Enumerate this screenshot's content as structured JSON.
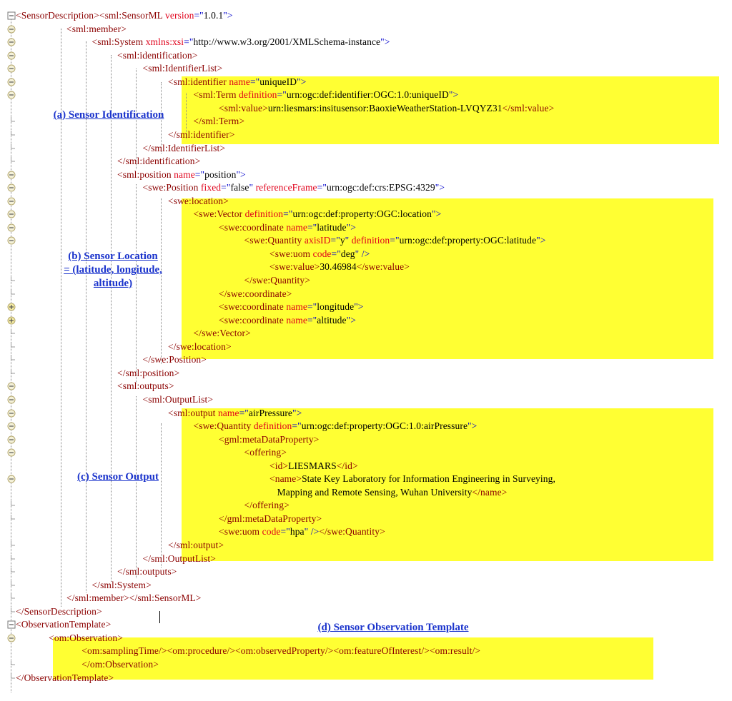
{
  "editor": {
    "lines": [
      {
        "indent": 0,
        "fold": "minus",
        "tokens": [
          [
            "tag",
            "<SensorDescription><sml:SensorML "
          ],
          [
            "attr",
            "version"
          ],
          [
            "punct",
            "=\""
          ],
          [
            "text",
            "1.0.1"
          ],
          [
            "punct",
            "\">"
          ]
        ]
      },
      {
        "indent": 2,
        "fold": "minus",
        "tokens": [
          [
            "tag",
            "<sml:member>"
          ]
        ]
      },
      {
        "indent": 3,
        "fold": "minus",
        "tokens": [
          [
            "tag",
            "<sml:System "
          ],
          [
            "attr",
            "xmlns:xsi"
          ],
          [
            "punct",
            "=\""
          ],
          [
            "text",
            "http://www.w3.org/2001/XMLSchema-instance"
          ],
          [
            "punct",
            "\">"
          ]
        ]
      },
      {
        "indent": 4,
        "fold": "minus",
        "tokens": [
          [
            "tag",
            "<sml:identification>"
          ]
        ]
      },
      {
        "indent": 5,
        "fold": "minus",
        "tokens": [
          [
            "tag",
            "<sml:IdentifierList>"
          ]
        ]
      },
      {
        "indent": 6,
        "fold": "minus",
        "tokens": [
          [
            "tag",
            "<sml:identifier "
          ],
          [
            "attr",
            "name"
          ],
          [
            "punct",
            "=\""
          ],
          [
            "text",
            "uniqueID"
          ],
          [
            "punct",
            "\">"
          ]
        ]
      },
      {
        "indent": 7,
        "fold": "minus",
        "tokens": [
          [
            "tag",
            "<sml:Term "
          ],
          [
            "attr",
            "definition"
          ],
          [
            "punct",
            "=\""
          ],
          [
            "text",
            "urn:ogc:def:identifier:OGC:1.0:uniqueID"
          ],
          [
            "punct",
            "\">"
          ]
        ]
      },
      {
        "indent": 8,
        "fold": "none",
        "tokens": [
          [
            "tag",
            "<sml:value>"
          ],
          [
            "text",
            "urn:liesmars:insitusensor:BaoxieWeatherStation-LVQYZ31"
          ],
          [
            "tag",
            "</sml:value>"
          ]
        ]
      },
      {
        "indent": 7,
        "fold": "end",
        "tokens": [
          [
            "tag",
            "</sml:Term>"
          ]
        ]
      },
      {
        "indent": 6,
        "fold": "end",
        "tokens": [
          [
            "tag",
            "</sml:identifier>"
          ]
        ]
      },
      {
        "indent": 5,
        "fold": "end",
        "tokens": [
          [
            "tag",
            "</sml:IdentifierList>"
          ]
        ]
      },
      {
        "indent": 4,
        "fold": "end",
        "tokens": [
          [
            "tag",
            "</sml:identification>"
          ]
        ]
      },
      {
        "indent": 4,
        "fold": "minus",
        "tokens": [
          [
            "tag",
            "<sml:position "
          ],
          [
            "attr",
            "name"
          ],
          [
            "punct",
            "=\""
          ],
          [
            "text",
            "position"
          ],
          [
            "punct",
            "\">"
          ]
        ]
      },
      {
        "indent": 5,
        "fold": "minus",
        "tokens": [
          [
            "tag",
            "<swe:Position "
          ],
          [
            "attr",
            "fixed"
          ],
          [
            "punct",
            "=\""
          ],
          [
            "text",
            "false"
          ],
          [
            "punct",
            "\" "
          ],
          [
            "attr",
            "referenceFrame"
          ],
          [
            "punct",
            "=\""
          ],
          [
            "text",
            "urn:ogc:def:crs:EPSG:4329"
          ],
          [
            "punct",
            "\">"
          ]
        ]
      },
      {
        "indent": 6,
        "fold": "minus",
        "tokens": [
          [
            "tag",
            "<swe:location>"
          ]
        ]
      },
      {
        "indent": 7,
        "fold": "minus",
        "tokens": [
          [
            "tag",
            "<swe:Vector "
          ],
          [
            "attr",
            "definition"
          ],
          [
            "punct",
            "=\""
          ],
          [
            "text",
            "urn:ogc:def:property:OGC:location"
          ],
          [
            "punct",
            "\">"
          ]
        ]
      },
      {
        "indent": 8,
        "fold": "minus",
        "tokens": [
          [
            "tag",
            "<swe:coordinate "
          ],
          [
            "attr",
            "name"
          ],
          [
            "punct",
            "=\""
          ],
          [
            "text",
            "latitude"
          ],
          [
            "punct",
            "\">"
          ]
        ]
      },
      {
        "indent": 9,
        "fold": "minus",
        "tokens": [
          [
            "tag",
            "<swe:Quantity "
          ],
          [
            "attr",
            "axisID"
          ],
          [
            "punct",
            "=\""
          ],
          [
            "text",
            "y"
          ],
          [
            "punct",
            "\" "
          ],
          [
            "attr",
            "definition"
          ],
          [
            "punct",
            "=\""
          ],
          [
            "text",
            "urn:ogc:def:property:OGC:latitude"
          ],
          [
            "punct",
            "\">"
          ]
        ]
      },
      {
        "indent": 10,
        "fold": "none",
        "tokens": [
          [
            "tag",
            "<swe:uom "
          ],
          [
            "attr",
            "code"
          ],
          [
            "punct",
            "=\""
          ],
          [
            "text",
            "deg"
          ],
          [
            "punct",
            "\" />"
          ]
        ]
      },
      {
        "indent": 10,
        "fold": "none",
        "tokens": [
          [
            "tag",
            "<swe:value>"
          ],
          [
            "text",
            "30.46984"
          ],
          [
            "tag",
            "</swe:value>"
          ]
        ]
      },
      {
        "indent": 9,
        "fold": "end",
        "tokens": [
          [
            "tag",
            "</swe:Quantity>"
          ]
        ]
      },
      {
        "indent": 8,
        "fold": "end",
        "tokens": [
          [
            "tag",
            "</swe:coordinate>"
          ]
        ]
      },
      {
        "indent": 8,
        "fold": "plus",
        "tokens": [
          [
            "tag",
            "<swe:coordinate "
          ],
          [
            "attr",
            "name"
          ],
          [
            "punct",
            "=\""
          ],
          [
            "text",
            "longitude"
          ],
          [
            "punct",
            "\">"
          ]
        ]
      },
      {
        "indent": 8,
        "fold": "plus",
        "tokens": [
          [
            "tag",
            "<swe:coordinate "
          ],
          [
            "attr",
            "name"
          ],
          [
            "punct",
            "=\""
          ],
          [
            "text",
            "altitude"
          ],
          [
            "punct",
            "\">"
          ]
        ]
      },
      {
        "indent": 7,
        "fold": "end",
        "tokens": [
          [
            "tag",
            "</swe:Vector>"
          ]
        ]
      },
      {
        "indent": 6,
        "fold": "end",
        "tokens": [
          [
            "tag",
            "</swe:location>"
          ]
        ]
      },
      {
        "indent": 5,
        "fold": "end",
        "tokens": [
          [
            "tag",
            "</swe:Position>"
          ]
        ]
      },
      {
        "indent": 4,
        "fold": "end",
        "tokens": [
          [
            "tag",
            "</sml:position>"
          ]
        ]
      },
      {
        "indent": 4,
        "fold": "minus",
        "tokens": [
          [
            "tag",
            "<sml:outputs>"
          ]
        ]
      },
      {
        "indent": 5,
        "fold": "minus",
        "tokens": [
          [
            "tag",
            "<sml:OutputList>"
          ]
        ]
      },
      {
        "indent": 6,
        "fold": "minus",
        "tokens": [
          [
            "tag",
            "<sml:output "
          ],
          [
            "attr",
            "name"
          ],
          [
            "punct",
            "=\""
          ],
          [
            "text",
            "airPressure"
          ],
          [
            "punct",
            "\">"
          ]
        ]
      },
      {
        "indent": 7,
        "fold": "minus",
        "tokens": [
          [
            "tag",
            "<swe:Quantity "
          ],
          [
            "attr",
            "definition"
          ],
          [
            "punct",
            "=\""
          ],
          [
            "text",
            "urn:ogc:def:property:OGC:1.0:airPressure"
          ],
          [
            "punct",
            "\">"
          ]
        ]
      },
      {
        "indent": 8,
        "fold": "minus",
        "tokens": [
          [
            "tag",
            "<gml:metaDataProperty>"
          ]
        ]
      },
      {
        "indent": 9,
        "fold": "minus",
        "tokens": [
          [
            "tag",
            "<offering>"
          ]
        ]
      },
      {
        "indent": 10,
        "fold": "none",
        "tokens": [
          [
            "tag",
            "<id>"
          ],
          [
            "text",
            "LIESMARS"
          ],
          [
            "tag",
            "</id>"
          ]
        ]
      },
      {
        "indent": 10,
        "fold": "minus",
        "tokens": [
          [
            "tag",
            "<name>"
          ],
          [
            "text",
            "State Key Laboratory for Information Engineering in Surveying,"
          ]
        ]
      },
      {
        "indent": 10.3,
        "fold": "none",
        "tokens": [
          [
            "text",
            "Mapping and Remote Sensing, Wuhan University"
          ],
          [
            "tag",
            "</name>"
          ]
        ]
      },
      {
        "indent": 9,
        "fold": "end",
        "tokens": [
          [
            "tag",
            "</offering>"
          ]
        ]
      },
      {
        "indent": 8,
        "fold": "end",
        "tokens": [
          [
            "tag",
            "</gml:metaDataProperty>"
          ]
        ]
      },
      {
        "indent": 8,
        "fold": "none",
        "tokens": [
          [
            "tag",
            "<swe:uom "
          ],
          [
            "attr",
            "code"
          ],
          [
            "punct",
            "=\""
          ],
          [
            "text",
            "hpa"
          ],
          [
            "punct",
            "\" />"
          ],
          [
            "tag",
            "</swe:Quantity>"
          ]
        ]
      },
      {
        "indent": 6,
        "fold": "end",
        "tokens": [
          [
            "tag",
            "</sml:output>"
          ]
        ]
      },
      {
        "indent": 5,
        "fold": "end",
        "tokens": [
          [
            "tag",
            "</sml:OutputList>"
          ]
        ]
      },
      {
        "indent": 4,
        "fold": "end",
        "tokens": [
          [
            "tag",
            "</sml:outputs>"
          ]
        ]
      },
      {
        "indent": 3,
        "fold": "end",
        "tokens": [
          [
            "tag",
            "</sml:System>"
          ]
        ]
      },
      {
        "indent": 2,
        "fold": "end",
        "tokens": [
          [
            "tag",
            "</sml:member></sml:SensorML>"
          ]
        ]
      },
      {
        "indent": 0,
        "fold": "end",
        "tokens": [
          [
            "tag",
            "</SensorDescription>"
          ]
        ]
      },
      {
        "indent": 0,
        "fold": "minus",
        "tokens": [
          [
            "tag",
            "<ObservationTemplate>"
          ]
        ]
      },
      {
        "indent": 1.3,
        "fold": "minus",
        "tokens": [
          [
            "tag",
            "<om:Observation>"
          ]
        ]
      },
      {
        "indent": 2.6,
        "fold": "none",
        "tokens": [
          [
            "tag",
            "<om:samplingTime/><om:procedure/><om:observedProperty/><om:featureOfInterest/><om:result/>"
          ]
        ]
      },
      {
        "indent": 2.6,
        "fold": "end",
        "tokens": [
          [
            "tag",
            "</om:Observation>"
          ]
        ]
      },
      {
        "indent": 0,
        "fold": "end",
        "tokens": [
          [
            "tag",
            "</ObservationTemplate>"
          ]
        ]
      }
    ]
  },
  "annotations": {
    "identification": "(a) Sensor Identification",
    "location_1": "(b) Sensor Location",
    "location_2": "= (latitude, longitude,",
    "location_3": "altitude)",
    "output": "(c) Sensor Output",
    "observation": "(d) Sensor Observation Template"
  },
  "colors": {
    "highlight": "#ffff33",
    "tag": "#8b0000",
    "attribute": "#e0001a",
    "value": "#0000cc",
    "annotation": "#1a33cc"
  }
}
